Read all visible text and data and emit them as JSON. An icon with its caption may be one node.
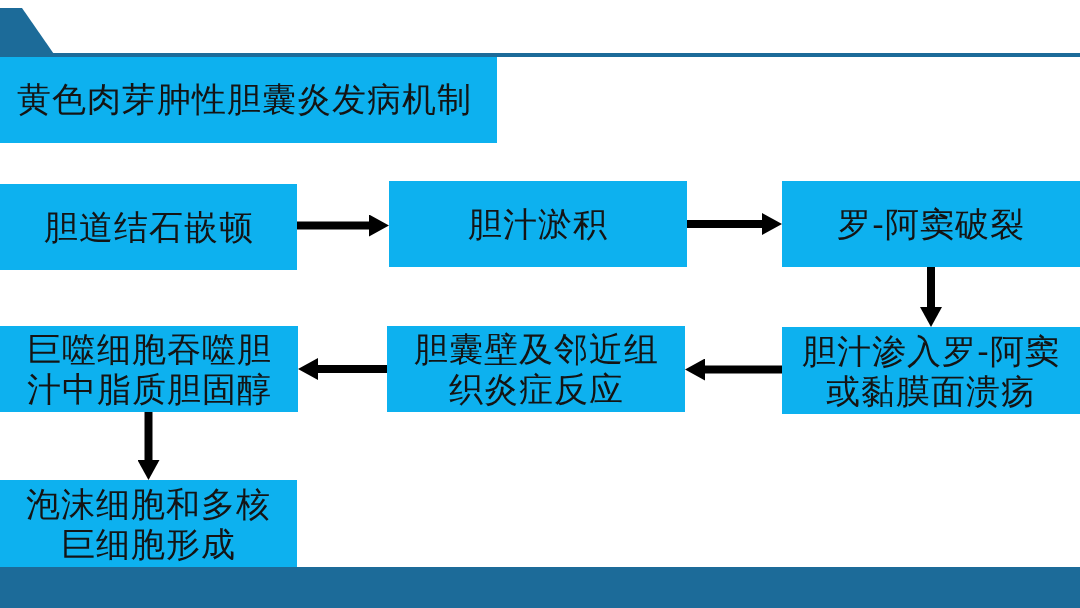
{
  "diagram": {
    "title": "黄色肉芽肿性胆囊炎发病机制",
    "nodes": [
      {
        "text": [
          "胆道结石嵌顿"
        ]
      },
      {
        "text": [
          "胆汁淤积"
        ]
      },
      {
        "text": [
          "罗-阿窦破裂"
        ]
      },
      {
        "text": [
          "胆汁渗入罗-阿窦或黏膜面溃疡"
        ]
      },
      {
        "text": [
          "胆囊壁及邻近组织炎症反应"
        ]
      },
      {
        "text": [
          "巨噬细胞吞噬胆汁中脂质胆固醇"
        ]
      },
      {
        "text": [
          "泡沫细胞和多核巨细胞形成"
        ]
      }
    ],
    "edges": [
      {
        "from": 0,
        "to": 1,
        "arrow": "to"
      },
      {
        "from": 1,
        "to": 2,
        "arrow": "to"
      },
      {
        "from": 2,
        "to": 3,
        "arrow": "to"
      },
      {
        "from": 3,
        "to": 4,
        "arrow": "to"
      },
      {
        "from": 4,
        "to": 5,
        "arrow": "to"
      },
      {
        "from": 5,
        "to": 6,
        "arrow": "to"
      }
    ]
  }
}
